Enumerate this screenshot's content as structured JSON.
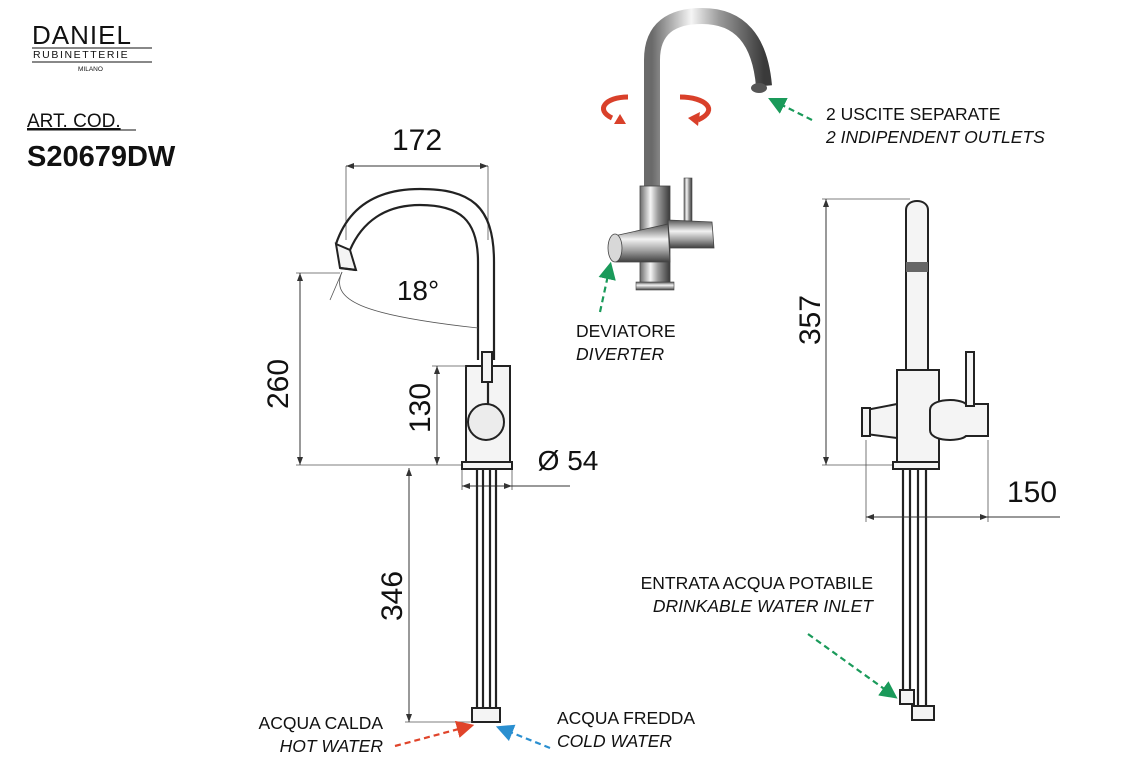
{
  "brand": {
    "name": "DANIEL",
    "sub": "RUBINETTERIE",
    "city": "MILANO"
  },
  "article": {
    "label": "ART. COD.",
    "code": "S20679DW"
  },
  "dimensions": {
    "reach": "172",
    "angle": "18°",
    "height_spout": "260",
    "height_body": "130",
    "diameter": "Ø 54",
    "shank": "346",
    "side_height": "357",
    "side_depth": "150"
  },
  "callouts": {
    "outlets_it": "2  USCITE  SEPARATE",
    "outlets_en": "2 INDIPENDENT OUTLETS",
    "diverter_it": "DEVIATORE",
    "diverter_en": "DIVERTER",
    "drinkable_it": "ENTRATA ACQUA POTABILE",
    "drinkable_en": "DRINKABLE WATER INLET",
    "hot_it": "ACQUA CALDA",
    "hot_en": "HOT WATER",
    "cold_it": "ACQUA FREDDA",
    "cold_en": "COLD WATER"
  },
  "colors": {
    "arrow_green": "#1a9a5a",
    "arrow_red": "#e0442a",
    "arrow_blue": "#2a8fd0",
    "rotate_red": "#d9402a"
  }
}
